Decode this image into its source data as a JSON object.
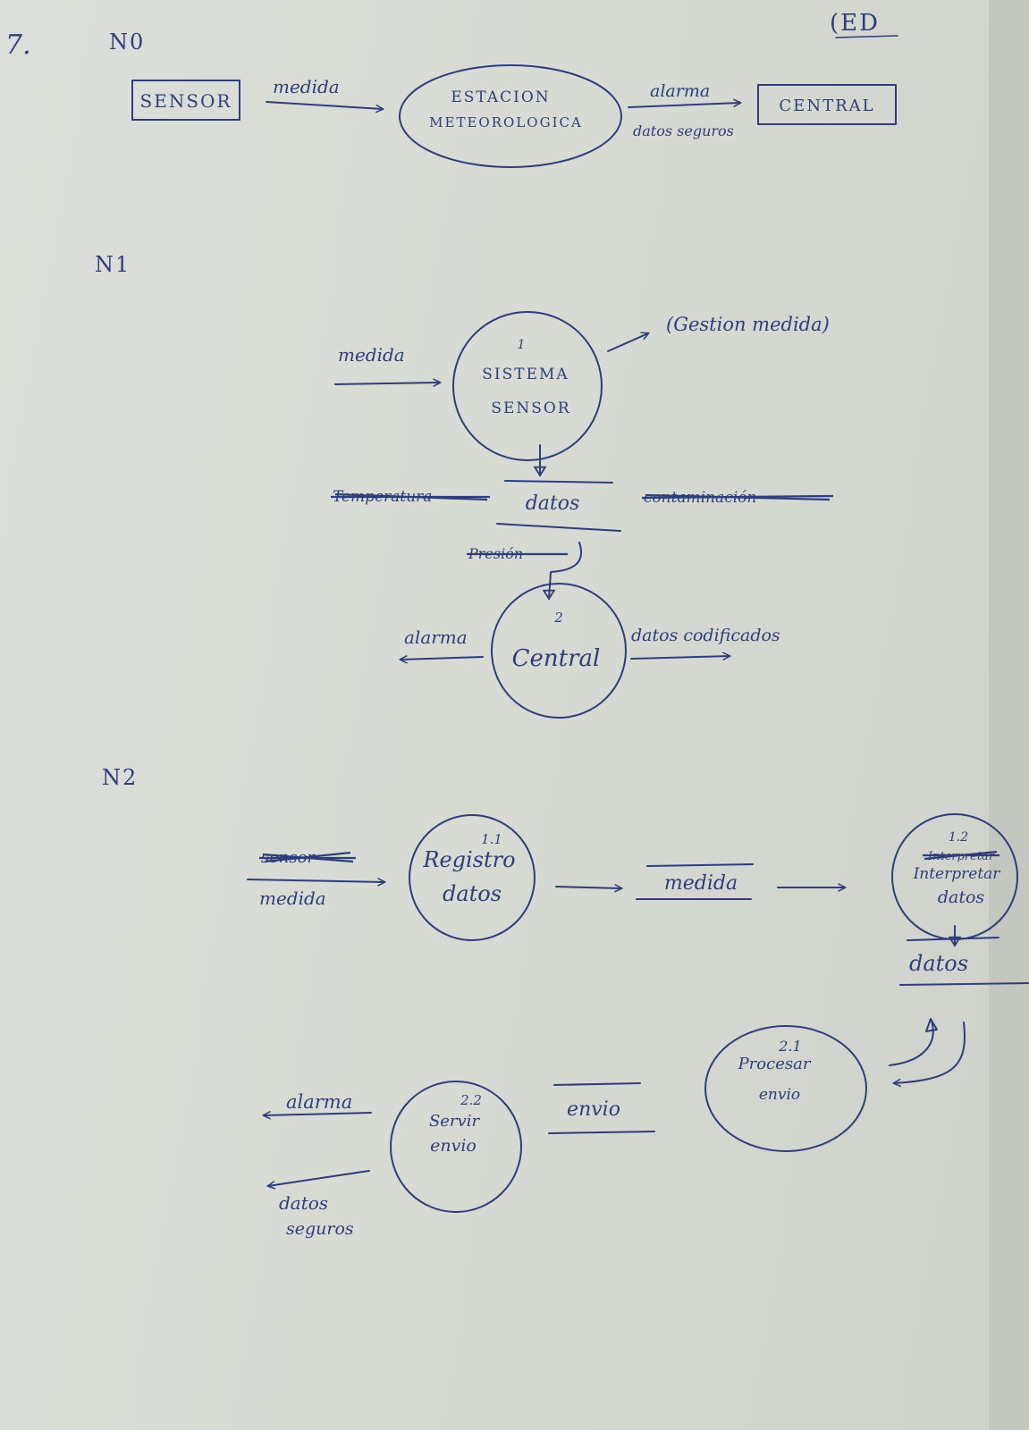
{
  "header": {
    "page_number": "7.",
    "tag": "(ED"
  },
  "levels": {
    "n0": {
      "title": "N0",
      "sensor": "SENSOR",
      "measure_flow": "medida",
      "station_line1": "ESTACION",
      "station_line2": "METEOROLOGICA",
      "alarm_flow": "alarma",
      "secure_flow": "datos seguros",
      "central": "CENTRAL"
    },
    "n1": {
      "title": "N1",
      "measure_flow": "medida",
      "p1_number": "1",
      "p1_line1": "SISTEMA",
      "p1_line2": "SENSOR",
      "gestion_note": "(Gestion medida)",
      "store_label": "datos",
      "struck_left": "Temperatura",
      "struck_right": "contaminación",
      "struck_below": "Presión",
      "p2_number": "2",
      "p2_label": "Central",
      "alarm_flow": "alarma",
      "coded_flow": "datos codificados"
    },
    "n2": {
      "title": "N2",
      "struck_sensor": "sensor",
      "measure_flow": "medida",
      "p11_number": "1.1",
      "p11_line1": "Registro",
      "p11_line2": "datos",
      "store_medida": "medida",
      "p12_number": "1.2",
      "p12_struck": "Interpretar",
      "p12_line1": "Interpretar",
      "p12_line2": "datos",
      "store_datos": "datos",
      "p21_number": "2.1",
      "p21_line1": "Procesar",
      "p21_line2": "envio",
      "store_envio": "envio",
      "p22_number": "2.2",
      "p22_line1": "Servir",
      "p22_line2": "envio",
      "alarm_flow": "alarma",
      "secure_line1": "datos",
      "secure_line2": "seguros"
    }
  }
}
